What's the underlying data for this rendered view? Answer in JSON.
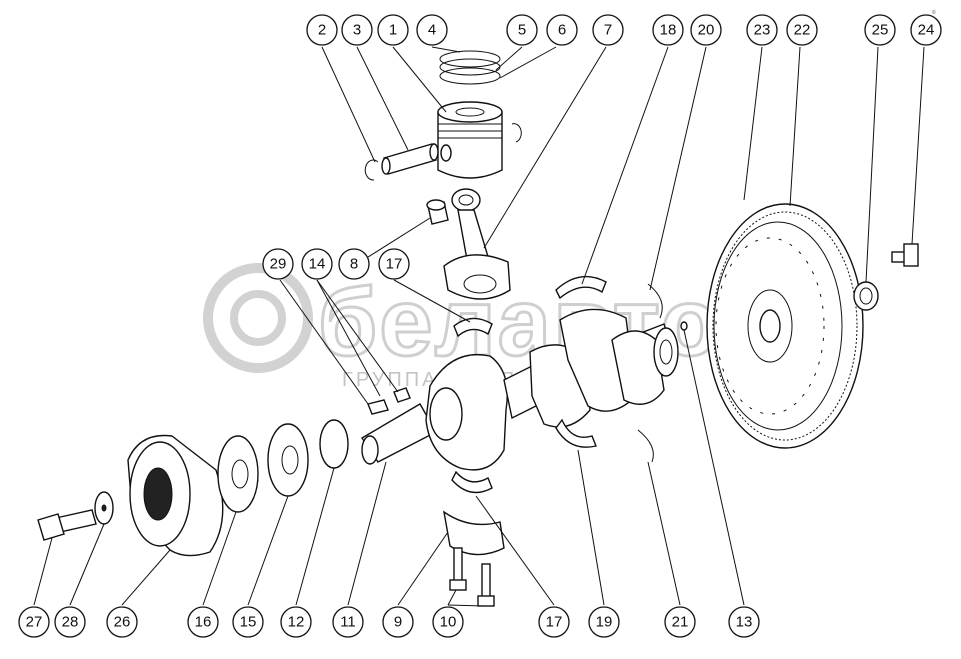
{
  "diagram": {
    "watermark_brand": "белавто",
    "watermark_sub": "ГРУППА КОМПАНИЙ",
    "corner_mark": "©"
  },
  "callouts": [
    {
      "id": "c1",
      "label": "1"
    },
    {
      "id": "c2",
      "label": "2"
    },
    {
      "id": "c3",
      "label": "3"
    },
    {
      "id": "c4",
      "label": "4"
    },
    {
      "id": "c5",
      "label": "5"
    },
    {
      "id": "c6",
      "label": "6"
    },
    {
      "id": "c7",
      "label": "7"
    },
    {
      "id": "c18",
      "label": "18"
    },
    {
      "id": "c20",
      "label": "20"
    },
    {
      "id": "c23",
      "label": "23"
    },
    {
      "id": "c22",
      "label": "22"
    },
    {
      "id": "c25",
      "label": "25"
    },
    {
      "id": "c24",
      "label": "24"
    },
    {
      "id": "c8",
      "label": "8"
    },
    {
      "id": "c29",
      "label": "29"
    },
    {
      "id": "c14",
      "label": "14"
    },
    {
      "id": "c17a",
      "label": "17"
    },
    {
      "id": "c27",
      "label": "27"
    },
    {
      "id": "c28",
      "label": "28"
    },
    {
      "id": "c26",
      "label": "26"
    },
    {
      "id": "c16",
      "label": "16"
    },
    {
      "id": "c15",
      "label": "15"
    },
    {
      "id": "c12",
      "label": "12"
    },
    {
      "id": "c11",
      "label": "11"
    },
    {
      "id": "c9",
      "label": "9"
    },
    {
      "id": "c10",
      "label": "10"
    },
    {
      "id": "c17b",
      "label": "17"
    },
    {
      "id": "c19",
      "label": "19"
    },
    {
      "id": "c21",
      "label": "21"
    },
    {
      "id": "c13",
      "label": "13"
    }
  ]
}
